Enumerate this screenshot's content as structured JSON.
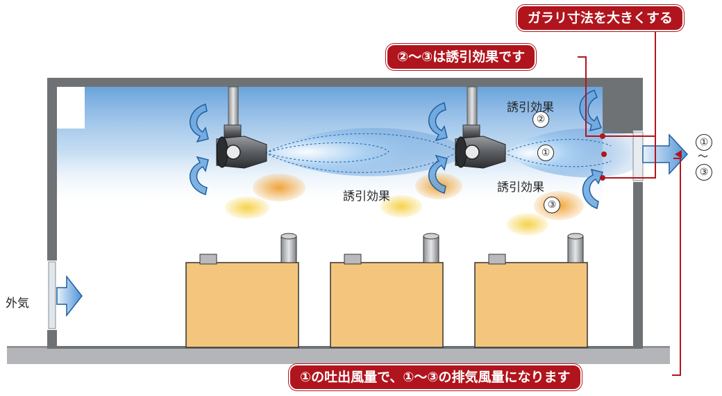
{
  "callouts": {
    "top": "ガラリ寸法を大きくする",
    "middle": "②〜③は誘引効果です",
    "bottom": "①の吐出風量で、①〜③の排気風量になります"
  },
  "labels": {
    "induction_left": "誘引効果",
    "induction_top_right": "誘引効果",
    "induction_bottom_right": "誘引効果",
    "outside_air": "外気",
    "tilde": "〜"
  },
  "markers": {
    "one": "①",
    "two": "②",
    "three": "③"
  },
  "colors": {
    "callout_red": "#b0151d",
    "wall_gray": "#6f7275",
    "floor_gray": "#b3b5b8",
    "air_blue": "#4f93d6",
    "machine_tan": "#f4c57c",
    "heat_orange": "#f0a030",
    "heat_yellow": "#f5d040"
  },
  "icons": [
    "fan-jet-nozzle-icon",
    "curved-arrow-icon",
    "flow-arrow-icon",
    "exhaust-duct-icon"
  ]
}
